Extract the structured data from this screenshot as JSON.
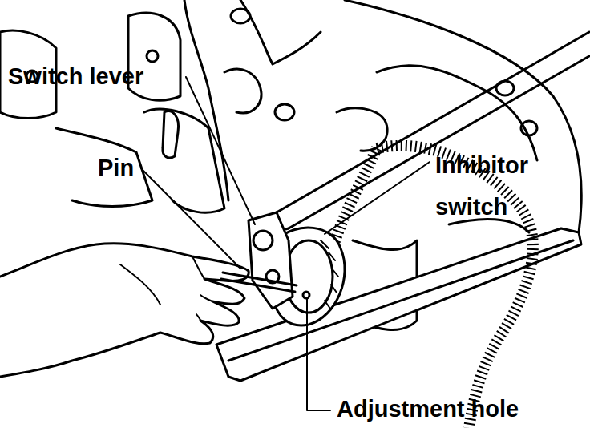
{
  "diagram": {
    "labels": [
      "Switch lever",
      "Pin",
      "Inhibitor switch",
      "Adjustment hole"
    ]
  }
}
